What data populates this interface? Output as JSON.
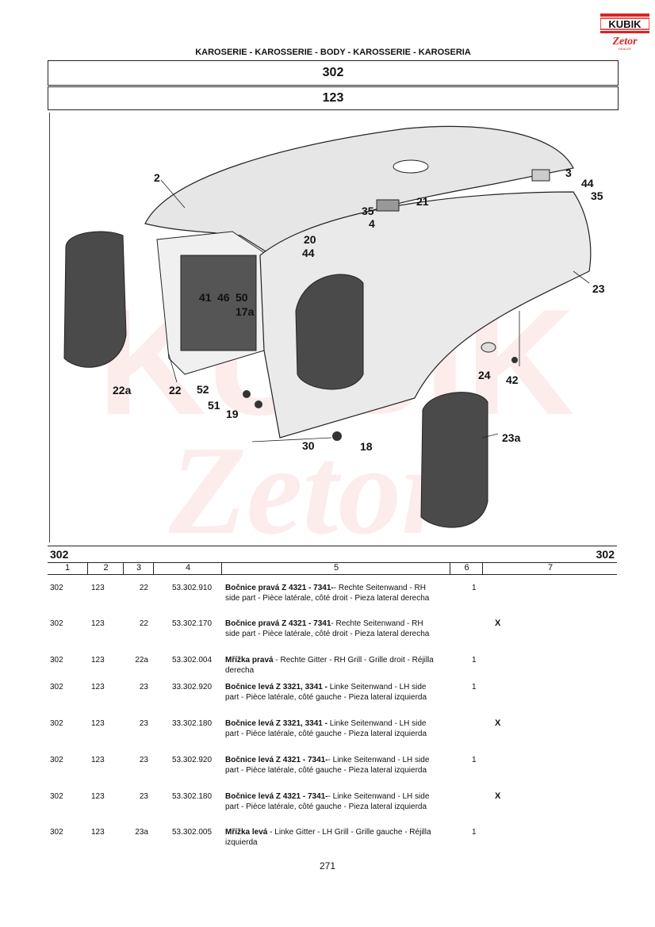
{
  "logo": {
    "brand": "KUBIK",
    "sub": "Zetor",
    "tag": "DEALER"
  },
  "header": {
    "section_title": "KAROSERIE - KAROSSERIE - BODY - KAROSSERIE - KAROSERIA",
    "group": "302",
    "subgroup": "123"
  },
  "diagram": {
    "callouts": [
      "2",
      "3",
      "44",
      "35",
      "21",
      "35",
      "4",
      "20",
      "44",
      "41",
      "46",
      "50",
      "17a",
      "23",
      "24",
      "42",
      "22a",
      "22",
      "52",
      "51",
      "19",
      "30",
      "18",
      "23a"
    ]
  },
  "table": {
    "group_left": "302",
    "group_right": "302",
    "columns": [
      "1",
      "2",
      "3",
      "4",
      "5",
      "6",
      "7"
    ],
    "rows": [
      {
        "c1": "302",
        "c2": "123",
        "c3": "22",
        "c4": "53.302.910",
        "bold": "Bočnice pravá Z 4321 - 7341-",
        "desc": "- Rechte Seitenwand - RH side part - Pièce latérale, côté droit - Pieza lateral derecha",
        "c6": "1",
        "c7": ""
      },
      {
        "c1": "302",
        "c2": "123",
        "c3": "22",
        "c4": "53.302.170",
        "bold": "Bočnice pravá Z 4321 - 7341",
        "desc": "- Rechte Seitenwand - RH side part - Pièce latérale, côté droit - Pieza lateral derecha",
        "c6": "",
        "c7": "X"
      },
      {
        "c1": "302",
        "c2": "123",
        "c3": "22a",
        "c4": "53.302.004",
        "bold": "Mřížka pravá",
        "desc": " - Rechte Gitter - RH Grill - Grille droit - Réjilla derecha",
        "c6": "1",
        "c7": ""
      },
      {
        "c1": "302",
        "c2": "123",
        "c3": "23",
        "c4": "33.302.920",
        "bold": "Bočnice levá Z 3321, 3341 -",
        "desc": " Linke Seitenwand - LH side part - Pièce latérale, côté gauche - Pieza lateral izquierda",
        "c6": "1",
        "c7": ""
      },
      {
        "c1": "302",
        "c2": "123",
        "c3": "23",
        "c4": "33.302.180",
        "bold": "Bočnice levá Z 3321, 3341 -",
        "desc": " Linke Seitenwand - LH side part - Pièce latérale, côté gauche - Pieza lateral izquierda",
        "c6": "",
        "c7": "X"
      },
      {
        "c1": "302",
        "c2": "123",
        "c3": "23",
        "c4": "53.302.920",
        "bold": "Bočnice levá Z 4321 - 7341-",
        "desc": "- Linke Seitenwand - LH side part - Pièce latérale, côté gauche - Pieza lateral izquierda",
        "c6": "1",
        "c7": ""
      },
      {
        "c1": "302",
        "c2": "123",
        "c3": "23",
        "c4": "53.302.180",
        "bold": "Bočnice levá Z 4321 - 7341-",
        "desc": "- Linke Seitenwand - LH side part - Pièce latérale, côté gauche - Pieza lateral izquierda",
        "c6": "",
        "c7": "X"
      },
      {
        "c1": "302",
        "c2": "123",
        "c3": "23a",
        "c4": "53.302.005",
        "bold": "Mřížka levá",
        "desc": " - Linke Gitter - LH Grill - Grille gauche - Réjilla izquierda",
        "c6": "1",
        "c7": ""
      }
    ]
  },
  "footer": {
    "page_number": "271"
  }
}
